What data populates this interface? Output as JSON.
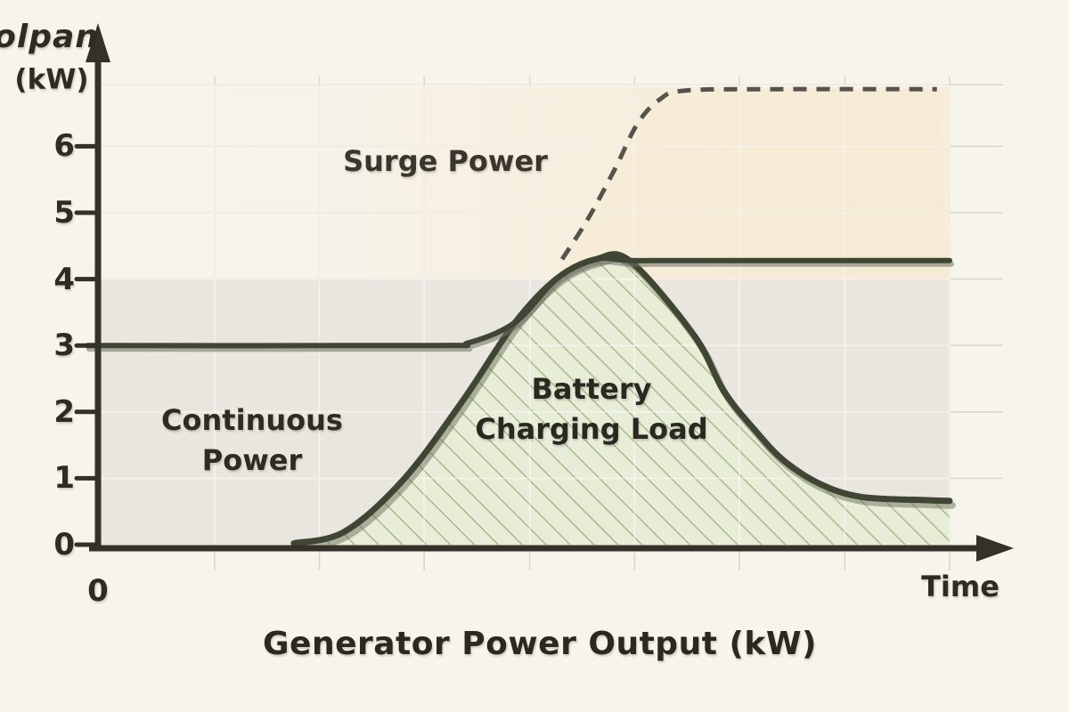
{
  "page": {
    "background": "#f7f4ec"
  },
  "chart": {
    "y_axis_label_line1": "olpan",
    "y_axis_label_line2": "(kW)",
    "x_axis_label": "Time",
    "x_origin_label": "0",
    "title": "Generator Power Output (kW)",
    "region_labels": {
      "surge": "Surge Power",
      "continuous_line1": "Continuous",
      "continuous_line2": "Power",
      "battery_line1": "Battery",
      "battery_line2": "Charging Load"
    }
  },
  "chart_data": {
    "type": "area",
    "title": "Generator Power Output (kW)",
    "xlabel": "Time",
    "ylabel": "olpan (kW)",
    "xlim": [
      0,
      10
    ],
    "ylim": [
      0,
      7.2
    ],
    "yticks": [
      0,
      1,
      2,
      3,
      4,
      5,
      6
    ],
    "grid": true,
    "x_gridlines": [
      1.37,
      2.6,
      3.83,
      5.07,
      6.3,
      7.53,
      8.77,
      10
    ],
    "extra_h_gridline": 6.93,
    "colors": {
      "paper": "#f7f4ec",
      "grid": "#d8d4c8",
      "axis": "#34302a",
      "curve": "#3f4734",
      "dashed": "#57534c",
      "continuous_fill": "#e9e6e0",
      "surge_fill": "#f6e9cf",
      "battery_fill": "#e8edd8",
      "battery_hatch": "#a9ba8b"
    },
    "series": [
      {
        "name": "Continuous Power",
        "type": "line",
        "style": "solid",
        "color": "#3f4734",
        "points": [
          [
            0,
            3
          ],
          [
            3.9,
            3
          ],
          [
            4.35,
            3.04
          ],
          [
            4.9,
            3.35
          ],
          [
            5.4,
            4.02
          ],
          [
            5.85,
            4.3
          ],
          [
            6.25,
            4.28
          ],
          [
            7,
            4.28
          ],
          [
            10,
            4.28
          ]
        ]
      },
      {
        "name": "Battery Charging Load",
        "type": "area",
        "style": "solid-hatched",
        "color": "#3f4734",
        "fill": "#e8edd8",
        "points": [
          [
            2.3,
            0.02
          ],
          [
            2.9,
            0.2
          ],
          [
            3.6,
            1.0
          ],
          [
            4.3,
            2.2
          ],
          [
            4.9,
            3.35
          ],
          [
            5.4,
            4.02
          ],
          [
            5.85,
            4.3
          ],
          [
            6.25,
            4.27
          ],
          [
            7.0,
            3.15
          ],
          [
            7.35,
            2.31
          ],
          [
            7.71,
            1.73
          ],
          [
            8.05,
            1.27
          ],
          [
            8.47,
            0.92
          ],
          [
            8.96,
            0.72
          ],
          [
            9.73,
            0.67
          ],
          [
            10,
            0.66
          ]
        ]
      },
      {
        "name": "Surge Power",
        "type": "line",
        "style": "dashed",
        "color": "#57534c",
        "points": [
          [
            5.45,
            4.3
          ],
          [
            5.75,
            4.9
          ],
          [
            6.07,
            5.66
          ],
          [
            6.33,
            6.33
          ],
          [
            6.59,
            6.7
          ],
          [
            6.9,
            6.84
          ],
          [
            8,
            6.86
          ],
          [
            9.85,
            6.86
          ]
        ]
      }
    ],
    "regions": [
      {
        "name": "Continuous Power",
        "fill": "#e9e6e0",
        "y_range": [
          0,
          4
        ]
      },
      {
        "name": "Surge Power",
        "fill": "#f6e9cf",
        "bounds": "between y=4 and dashed surge curve"
      }
    ]
  }
}
